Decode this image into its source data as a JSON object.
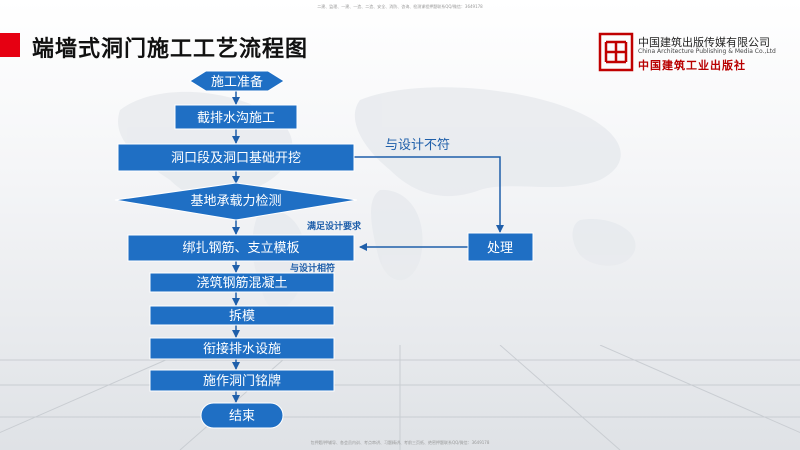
{
  "watermarks": {
    "top": "二建、监理、一建、一造、二造、安全、消防、咨询、检测课程押题联系QQ/微信：3649178",
    "bottom": "包押题/押辅导、各会员内训、考点串讲、习题精讲、考前三页纸、绝密押题联系QQ/微信：3649178"
  },
  "header": {
    "title": "端墙式洞门施工工艺流程图"
  },
  "publisher": {
    "name_cn": "中国建筑出版传媒有限公司",
    "name_en": "China Architecture Publishing & Media Co.,Ltd",
    "name_cn_calligraphy": "中国建筑工业出版社"
  },
  "flowchart": {
    "steps": {
      "start": "施工准备",
      "drainage": "截排水沟施工",
      "excavation": "洞口段及洞口基础开挖",
      "bearing_test": "基地承载力检测",
      "rebar_formwork": "绑扎钢筋、支立模板",
      "pour_concrete": "浇筑钢筋混凝土",
      "demold": "拆模",
      "connect_drainage": "衔接排水设施",
      "nameplate": "施作洞门铭牌",
      "end": "结束",
      "process": "处理"
    },
    "labels": {
      "not_conform": "与设计不符",
      "meets_requirement": "满足设计要求",
      "conforms": "与设计相符"
    },
    "colors": {
      "node_fill": "#1f6fc4",
      "node_stroke": "#ffffff",
      "arrow": "#1f5faa",
      "label": "#1f5faa",
      "title_accent": "#e60012"
    }
  }
}
